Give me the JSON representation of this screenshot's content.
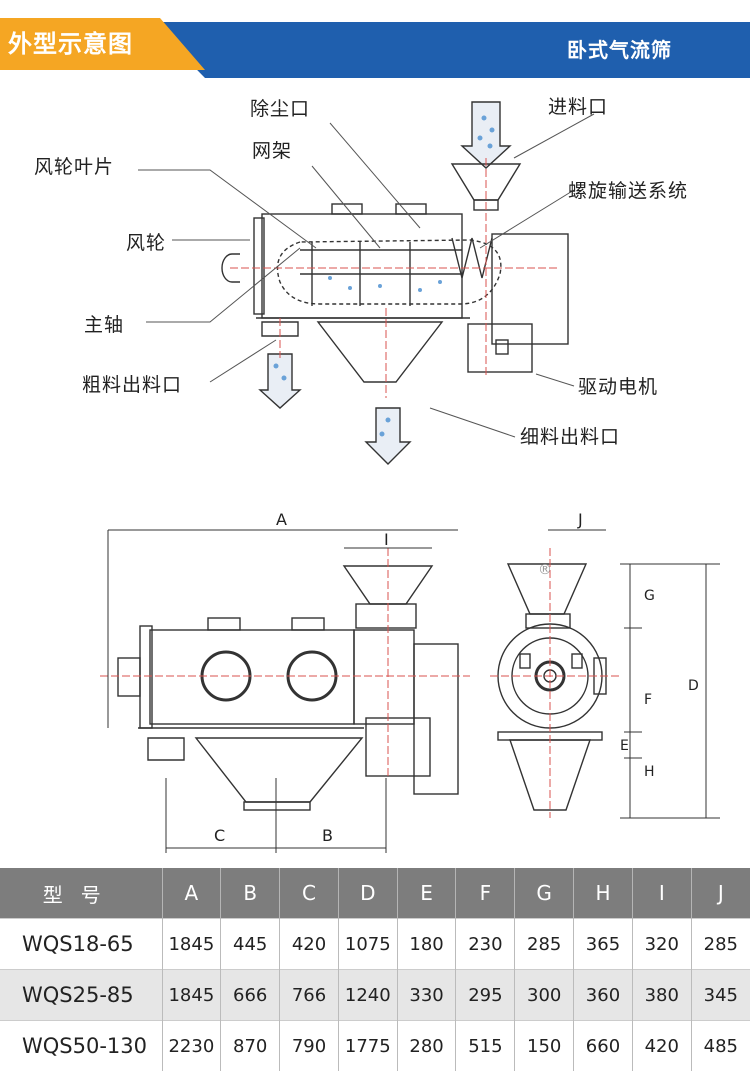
{
  "header": {
    "tag_title": "外型示意图",
    "product_title": "卧式气流筛",
    "colors": {
      "orange": "#f5a623",
      "blue": "#1f5fae"
    }
  },
  "diagram_labels": {
    "dust_outlet": "除尘口",
    "feed_inlet": "进料口",
    "net_frame": "网架",
    "impeller_blade": "风轮叶片",
    "screw_conveyor": "螺旋输送系统",
    "impeller": "风轮",
    "main_shaft": "主轴",
    "coarse_outlet": "粗料出料口",
    "drive_motor": "驱动电机",
    "fine_outlet": "细料出料口"
  },
  "dimension_letters": {
    "a": "A",
    "i": "I",
    "c": "C",
    "b": "B",
    "j": "J",
    "g": "G",
    "f": "F",
    "d": "D",
    "e": "E",
    "h": "H"
  },
  "registered_mark": "®",
  "spec_table": {
    "headers": [
      "型号",
      "A",
      "B",
      "C",
      "D",
      "E",
      "F",
      "G",
      "H",
      "I",
      "J"
    ],
    "rows": [
      [
        "WQS18-65",
        "1845",
        "445",
        "420",
        "1075",
        "180",
        "230",
        "285",
        "365",
        "320",
        "285"
      ],
      [
        "WQS25-85",
        "1845",
        "666",
        "766",
        "1240",
        "330",
        "295",
        "300",
        "360",
        "380",
        "345"
      ],
      [
        "WQS50-130",
        "2230",
        "870",
        "790",
        "1775",
        "280",
        "515",
        "150",
        "660",
        "420",
        "485"
      ]
    ]
  }
}
